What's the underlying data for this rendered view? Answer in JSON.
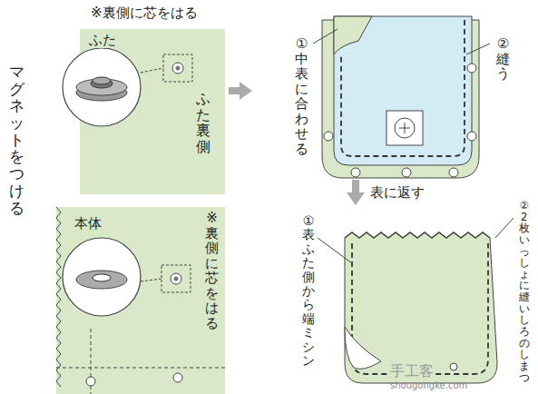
{
  "diagram": {
    "nodes": [
      {
        "text": [
          "ふた",
          "ふた裏側"
        ]
      },
      {
        "text": [
          "本体"
        ]
      }
    ],
    "labels": [
      "マグネットをつける",
      "※裏側に芯をはる",
      "※裏側に芯をはる",
      "①中表に合わせる",
      "②縫う",
      "表に返す",
      "①表ふた側から端ミシン",
      "②2枚いっしょに縫いしろのしまつ",
      "手工客",
      "shougongke.com"
    ]
  }
}
